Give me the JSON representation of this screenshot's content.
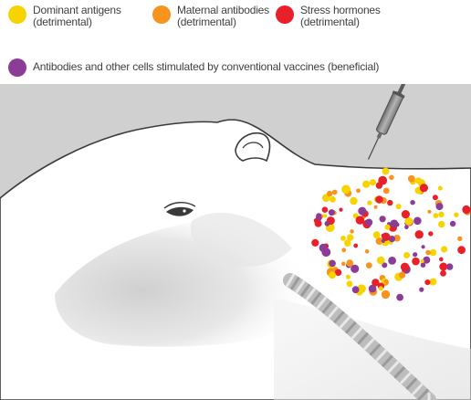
{
  "legend": {
    "items": [
      {
        "line1": "Dominant antigens",
        "line2": "(detrimental)",
        "color": "#f7d300"
      },
      {
        "line1": "Maternal antibodies",
        "line2": "(detrimental)",
        "color": "#f7941d"
      },
      {
        "line1": "Stress hormones",
        "line2": "(detrimental)",
        "color": "#e8202a"
      },
      {
        "line1": "Antibodies and other cells stimulated by conventional vaccines (beneficial)",
        "line2": "",
        "color": "#8a3c96"
      }
    ]
  },
  "colors": {
    "background": "#d0d0d0",
    "cow_fill": "#ffffff",
    "cow_outline": "#3a3a3a",
    "syringe": "#8c8c8c"
  },
  "icons": [
    "cow-head-illustration",
    "syringe-icon",
    "eye-icon",
    "ear-icon",
    "trachea-rings"
  ]
}
